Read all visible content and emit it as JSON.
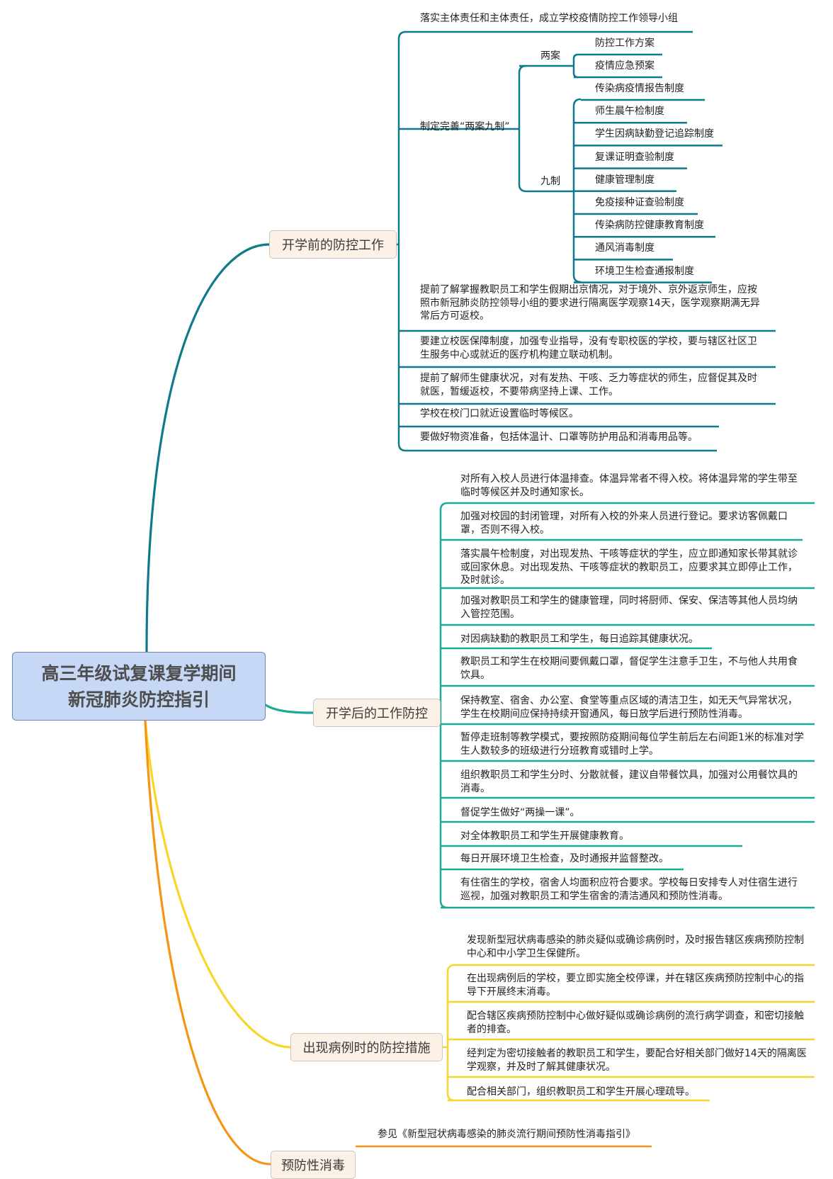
{
  "root": {
    "line1": "高三年级试复课复学期间",
    "line2": "新冠肺炎防控指引"
  },
  "colors": {
    "b1": "#0e7a8b",
    "b2": "#1ca99b",
    "b3": "#f7d62a",
    "b4": "#f79413"
  },
  "b1": {
    "title": "开学前的防控工作",
    "items": [
      {
        "lines": [
          "落实主体责任和主体责任，成立学校疫情防控工作领导小组"
        ]
      },
      {
        "lines": [
          "制定完善“两案九制”"
        ]
      },
      {
        "lines": [
          "提前了解掌握教职员工和学生假期出京情况，对于境外、京外返京师生，应按",
          "照市新冠肺炎防控领导小组的要求进行隔离医学观察14天，医学观察期满无异",
          "常后方可返校。"
        ]
      },
      {
        "lines": [
          "要建立校医保障制度，加强专业指导，没有专职校医的学校，要与辖区社区卫",
          "生服务中心或就近的医疗机构建立联动机制。"
        ]
      },
      {
        "lines": [
          "提前了解师生健康状况，对有发热、干咳、乏力等症状的师生，应督促其及时",
          "就医，暂缓返校，不要带病坚持上课、工作。"
        ]
      },
      {
        "lines": [
          "学校在校门口就近设置临时等候区。"
        ]
      },
      {
        "lines": [
          "要做好物资准备，包括体温计、口罩等防护用品和消毒用品等。"
        ]
      }
    ],
    "liangan": {
      "label": "两案",
      "items": [
        "防控工作方案",
        "疫情应急预案"
      ]
    },
    "jiuzhi": {
      "label": "九制",
      "items": [
        "传染病疫情报告制度",
        "师生晨午检制度",
        "学生因病缺勤登记追踪制度",
        "复课证明查验制度",
        "健康管理制度",
        "免疫接种证查验制度",
        "传染病防控健康教育制度",
        "通风消毒制度",
        "环境卫生检查通报制度"
      ]
    }
  },
  "b2": {
    "title": "开学后的工作防控",
    "items": [
      {
        "lines": [
          "对所有入校人员进行体温排查。体温异常者不得入校。将体温异常的学生带至",
          "临时等候区并及时通知家长。"
        ]
      },
      {
        "lines": [
          "加强对校园的封闭管理，对所有入校的外来人员进行登记。要求访客佩戴口",
          "罩，否则不得入校。"
        ]
      },
      {
        "lines": [
          "落实晨午检制度，对出现发热、干咳等症状的学生，应立即通知家长带其就诊",
          "或回家休息。对出现发热、干咳等症状的教职员工，应要求其立即停止工作，",
          "及时就诊。"
        ]
      },
      {
        "lines": [
          "加强对教职员工和学生的健康管理，同时将厨师、保安、保洁等其他人员均纳",
          "入管控范围。"
        ]
      },
      {
        "lines": [
          "对因病缺勤的教职员工和学生，每日追踪其健康状况。"
        ]
      },
      {
        "lines": [
          "教职员工和学生在校期间要佩戴口罩，督促学生注意手卫生，不与他人共用食",
          "饮具。"
        ]
      },
      {
        "lines": [
          "保持教室、宿舍、办公室、食堂等重点区域的清洁卫生，如无天气异常状况，",
          "学生在校期间应保持持续开窗通风，每日放学后进行预防性消毒。"
        ]
      },
      {
        "lines": [
          "暂停走班制等教学模式，要按照防疫期间每位学生前后左右间距1米的标准对学",
          "生人数较多的班级进行分班教育或错时上学。"
        ]
      },
      {
        "lines": [
          "组织教职员工和学生分时、分散就餐，建议自带餐饮具，加强对公用餐饮具的",
          "消毒。"
        ]
      },
      {
        "lines": [
          "督促学生做好“两操一课”。"
        ]
      },
      {
        "lines": [
          "对全体教职员工和学生开展健康教育。"
        ]
      },
      {
        "lines": [
          "每日开展环境卫生检查，及时通报并监督整改。"
        ]
      },
      {
        "lines": [
          "有住宿生的学校，宿舍人均面积应符合要求。学校每日安排专人对住宿生进行",
          "巡视，加强对教职员工和学生宿舍的清洁通风和预防性消毒。"
        ]
      }
    ]
  },
  "b3": {
    "title": "出现病例时的防控措施",
    "items": [
      {
        "lines": [
          "发现新型冠状病毒感染的肺炎疑似或确诊病例时，及时报告辖区疾病预防控制",
          "中心和中小学卫生保健所。"
        ]
      },
      {
        "lines": [
          "在出现病例后的学校，要立即实施全校停课，并在辖区疾病预防控制中心的指",
          "导下开展终末消毒。"
        ]
      },
      {
        "lines": [
          "配合辖区疾病预防控制中心做好疑似或确诊病例的流行病学调查，和密切接触",
          "者的排查。"
        ]
      },
      {
        "lines": [
          "经判定为密切接触者的教职员工和学生，要配合好相关部门做好14天的隔离医",
          "学观察，并及时了解其健康状况。"
        ]
      },
      {
        "lines": [
          "配合相关部门，组织教职员工和学生开展心理疏导。"
        ]
      }
    ]
  },
  "b4": {
    "title": "预防性消毒",
    "items": [
      {
        "lines": [
          "参见《新型冠状病毒感染的肺炎流行期间预防性消毒指引》"
        ]
      }
    ]
  }
}
